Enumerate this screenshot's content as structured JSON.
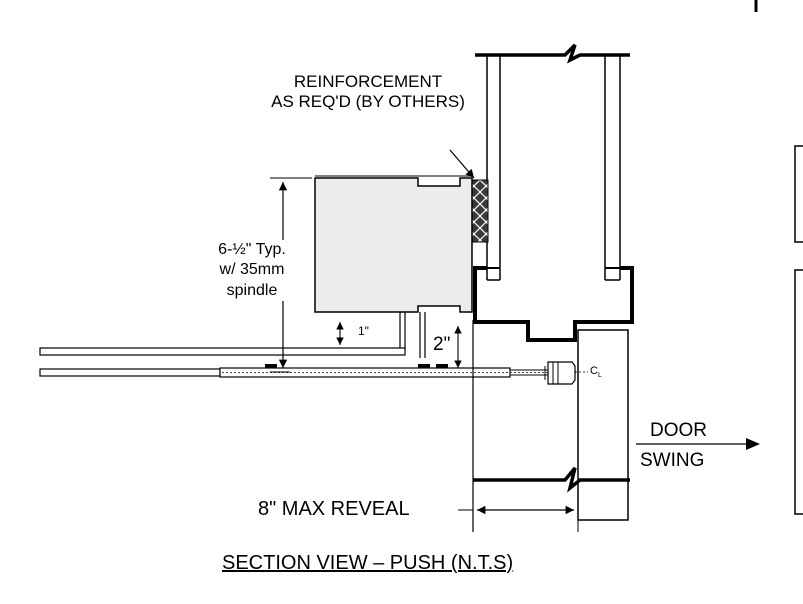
{
  "diagram": {
    "labels": {
      "reinforcement_line1": "REINFORCEMENT",
      "reinforcement_line2": "AS REQ'D (BY OTHERS)",
      "height_line1": "6-½\" Typ.",
      "height_line2": "w/ 35mm",
      "height_line3": "spindle",
      "dim_1in": "1\"",
      "dim_2in": "2\"",
      "centerline_c": "C",
      "centerline_sub": "L",
      "door": "DOOR",
      "swing": "SWING",
      "max_reveal": "8\" MAX REVEAL",
      "section_title": "SECTION VIEW – PUSH (N.T.S)"
    },
    "colors": {
      "line": "#000000",
      "hatch_fill": "#3a3a3a",
      "box_fill": "#ececec",
      "background": "#ffffff"
    }
  }
}
